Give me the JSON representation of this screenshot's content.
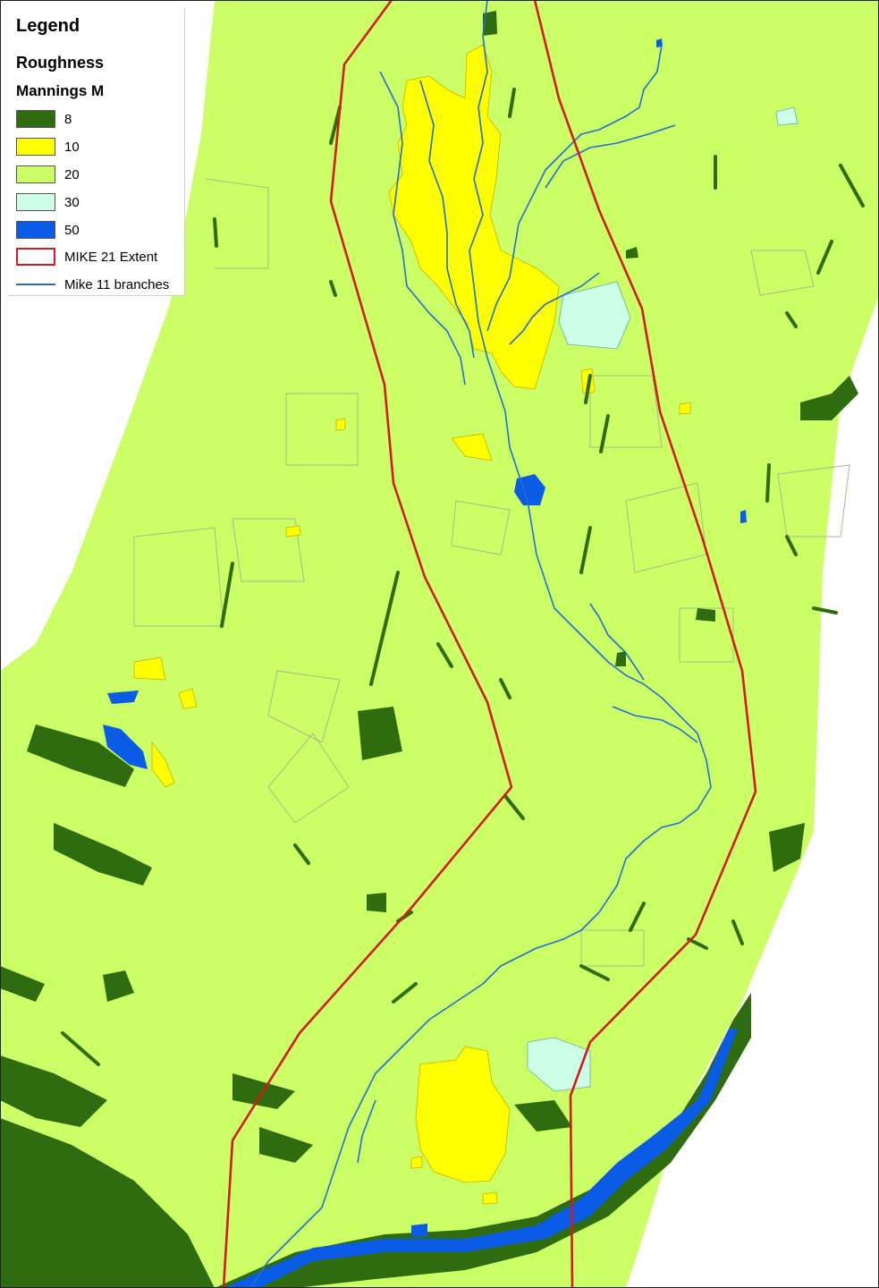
{
  "legend": {
    "title": "Legend",
    "layer_name": "Roughness",
    "field_name": "Mannings M",
    "classes": [
      {
        "label": "8",
        "color": "#2f6b0f"
      },
      {
        "label": "10",
        "color": "#ffff00"
      },
      {
        "label": "20",
        "color": "#ccff66"
      },
      {
        "label": "30",
        "color": "#ccffe6"
      },
      {
        "label": "50",
        "color": "#0a5ce6"
      }
    ],
    "extent_label": "MIKE 21 Extent",
    "extent_color": "#d11c1c",
    "branches_label": "Mike 11 branches",
    "branches_color": "#1f6fd6"
  }
}
